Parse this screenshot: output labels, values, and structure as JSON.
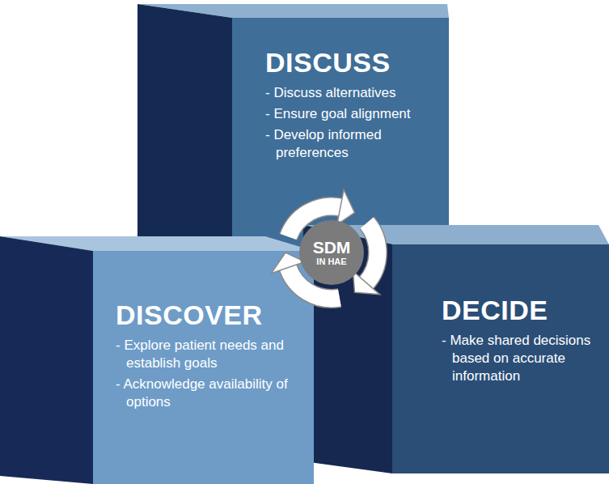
{
  "diagram": {
    "nodes": [
      {
        "text": [
          "DISCUSS",
          "- Discuss alternatives",
          "- Ensure goal alignment",
          "- Develop informed preferences"
        ]
      },
      {
        "text": [
          "DISCOVER",
          "- Explore patient needs and establish goals",
          "- Acknowledge availability of options"
        ]
      },
      {
        "text": [
          "DECIDE",
          "- Make shared decisions based on accurate information"
        ]
      },
      {
        "text": [
          "SDM",
          "IN HAE"
        ]
      }
    ]
  }
}
